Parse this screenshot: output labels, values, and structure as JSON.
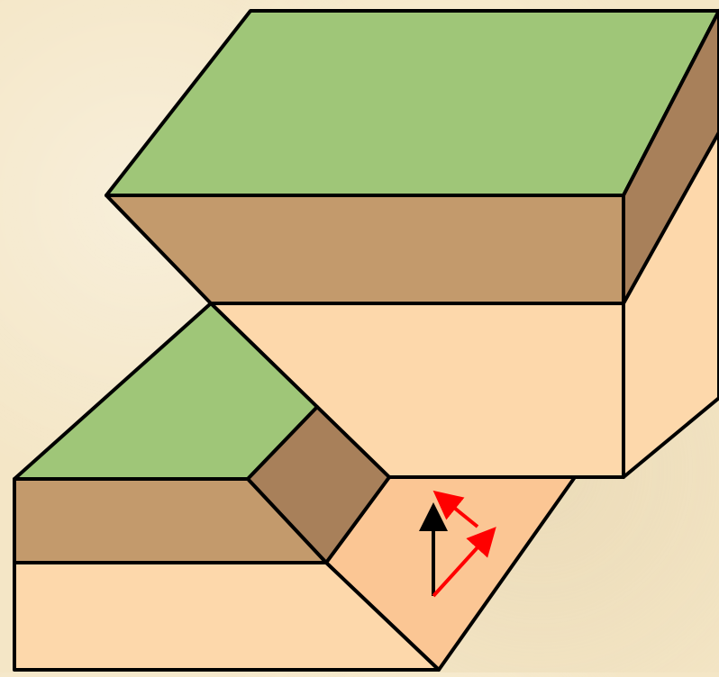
{
  "diagram": {
    "colors": {
      "background": "#f4e6c6",
      "surface_grass": "#9fc678",
      "upper_layer": "#c39a6c",
      "upper_layer_shaded": "#a8805a",
      "lower_layer": "#fdd8ab",
      "lower_layer_shaded": "#fbc694",
      "outline": "#000000",
      "slip_arrow": "#000000",
      "component_arrows": "#ff0000"
    },
    "arrows": {
      "vertical": {
        "name": "vertical-slip-arrow",
        "color": "#000000"
      },
      "components": [
        {
          "name": "dip-slip-arrow",
          "color": "#ff0000"
        },
        {
          "name": "strike-slip-arrow",
          "color": "#ff0000"
        }
      ]
    }
  }
}
